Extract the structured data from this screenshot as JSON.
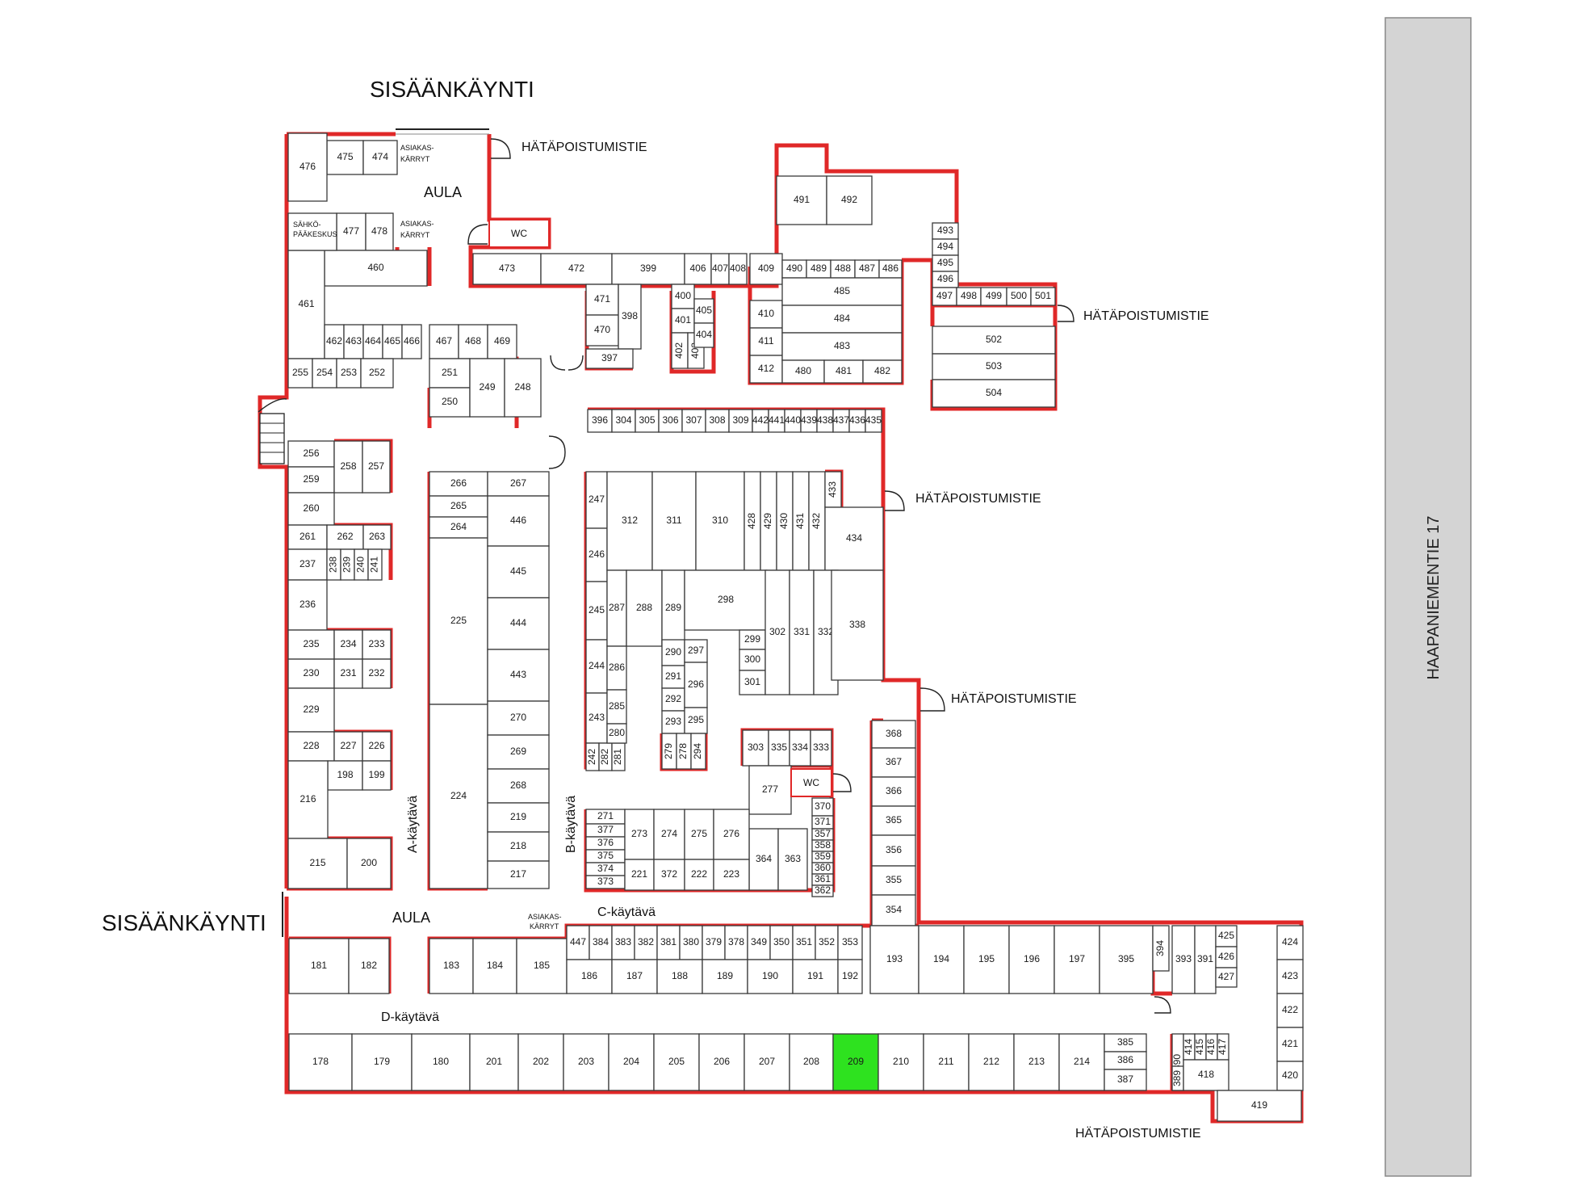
{
  "labels": {
    "entrance_top": "SISÄÄNKÄYNTI",
    "entrance_left": "SISÄÄNKÄYNTI",
    "lobby_top": "AULA",
    "lobby_bottom": "AULA",
    "emergency_exit": "HÄTÄPOISTUMISTIE",
    "corridor_a": "A-käytävä",
    "corridor_b": "B-käytävä",
    "corridor_c": "C-käytävä",
    "corridor_d": "D-käytävä",
    "cart_line1": "ASIAKAS-",
    "cart_line2": "KÄRRYT",
    "electric_line1": "SÄHKÖ-",
    "electric_line2": "PÄÄKESKUS",
    "wc": "WC",
    "street": "HAAPANIEMENTIE 17"
  },
  "colors": {
    "wall": "#e02828",
    "highlight": "#2ee21f",
    "road": "#d4d4d4"
  },
  "highlighted_unit": "209",
  "rooms": [
    [
      "475",
      405,
      174,
      45,
      42
    ],
    [
      "474",
      450,
      174,
      42,
      42
    ],
    [
      "476",
      357,
      165,
      48,
      84
    ],
    [
      "477",
      417,
      264,
      36,
      46
    ],
    [
      "478",
      453,
      264,
      34,
      46
    ],
    [
      "460",
      402,
      310,
      127,
      44
    ],
    [
      "461",
      357,
      310,
      45,
      134
    ],
    [
      "462",
      402,
      402,
      24,
      42
    ],
    [
      "463",
      426,
      402,
      24,
      42
    ],
    [
      "464",
      450,
      402,
      24,
      42
    ],
    [
      "465",
      474,
      402,
      24,
      42
    ],
    [
      "466",
      498,
      402,
      24,
      42
    ],
    [
      "467",
      532,
      402,
      36,
      42
    ],
    [
      "468",
      568,
      402,
      36,
      42
    ],
    [
      "469",
      604,
      402,
      36,
      42
    ],
    [
      "255",
      357,
      444,
      30,
      36
    ],
    [
      "254",
      387,
      444,
      30,
      36
    ],
    [
      "253",
      417,
      444,
      30,
      36
    ],
    [
      "252",
      447,
      444,
      40,
      36
    ],
    [
      "251",
      532,
      444,
      50,
      36
    ],
    [
      "250",
      532,
      480,
      50,
      36
    ],
    [
      "249",
      582,
      444,
      43,
      72
    ],
    [
      "248",
      625,
      444,
      45,
      72
    ],
    [
      "473",
      586,
      314,
      84,
      38
    ],
    [
      "472",
      670,
      314,
      88,
      38
    ],
    [
      "399",
      758,
      314,
      90,
      38
    ],
    [
      "406",
      848,
      314,
      33,
      38
    ],
    [
      "407",
      881,
      314,
      22,
      38
    ],
    [
      "408",
      903,
      314,
      22,
      38
    ],
    [
      "409",
      929,
      314,
      40,
      38
    ],
    [
      "471",
      726,
      352,
      40,
      38
    ],
    [
      "470",
      726,
      390,
      40,
      38
    ],
    [
      "398",
      766,
      352,
      28,
      80
    ],
    [
      "397",
      726,
      432,
      58,
      24
    ],
    [
      "400",
      832,
      352,
      28,
      30
    ],
    [
      "401",
      832,
      382,
      28,
      30
    ],
    [
      "402",
      832,
      412,
      20,
      44
    ],
    [
      "403",
      852,
      412,
      20,
      44
    ],
    [
      "405",
      860,
      370,
      24,
      30
    ],
    [
      "404",
      860,
      400,
      24,
      30
    ],
    [
      "410",
      929,
      372,
      40,
      34
    ],
    [
      "411",
      929,
      406,
      40,
      34
    ],
    [
      "412",
      929,
      440,
      40,
      34
    ],
    [
      "490",
      969,
      322,
      30,
      22
    ],
    [
      "489",
      999,
      322,
      30,
      22
    ],
    [
      "488",
      1029,
      322,
      30,
      22
    ],
    [
      "487",
      1059,
      322,
      30,
      22
    ],
    [
      "486",
      1089,
      322,
      28,
      22
    ],
    [
      "485",
      969,
      344,
      148,
      34
    ],
    [
      "484",
      969,
      378,
      148,
      34
    ],
    [
      "483",
      969,
      412,
      148,
      34
    ],
    [
      "480",
      969,
      446,
      52,
      28
    ],
    [
      "481",
      1021,
      446,
      48,
      28
    ],
    [
      "482",
      1069,
      446,
      48,
      28
    ],
    [
      "491",
      962,
      218,
      62,
      60
    ],
    [
      "492",
      1024,
      218,
      56,
      60
    ],
    [
      "493",
      1155,
      276,
      32,
      20
    ],
    [
      "494",
      1155,
      296,
      32,
      20
    ],
    [
      "495",
      1155,
      316,
      32,
      20
    ],
    [
      "496",
      1155,
      336,
      32,
      20
    ],
    [
      "497",
      1155,
      356,
      30,
      22
    ],
    [
      "498",
      1185,
      356,
      30,
      22
    ],
    [
      "499",
      1215,
      356,
      32,
      22
    ],
    [
      "500",
      1247,
      356,
      30,
      22
    ],
    [
      "501",
      1277,
      356,
      30,
      22
    ],
    [
      "502",
      1155,
      404,
      152,
      34
    ],
    [
      "503",
      1155,
      438,
      152,
      32
    ],
    [
      "504",
      1155,
      470,
      152,
      34
    ],
    [
      "396",
      728,
      507,
      30,
      28
    ],
    [
      "304",
      758,
      507,
      29,
      28
    ],
    [
      "305",
      787,
      507,
      29,
      28
    ],
    [
      "306",
      816,
      507,
      29,
      28
    ],
    [
      "307",
      845,
      507,
      29,
      28
    ],
    [
      "308",
      874,
      507,
      29,
      28
    ],
    [
      "309",
      903,
      507,
      29,
      28
    ],
    [
      "442",
      932,
      507,
      20,
      28
    ],
    [
      "441",
      952,
      507,
      20,
      28
    ],
    [
      "440",
      972,
      507,
      20,
      28
    ],
    [
      "439",
      992,
      507,
      20,
      28
    ],
    [
      "438",
      1012,
      507,
      20,
      28
    ],
    [
      "437",
      1032,
      507,
      20,
      28
    ],
    [
      "436",
      1052,
      507,
      20,
      28
    ],
    [
      "435",
      1072,
      507,
      20,
      28
    ],
    [
      "256",
      357,
      546,
      57,
      32
    ],
    [
      "259",
      357,
      578,
      57,
      32
    ],
    [
      "258",
      414,
      546,
      35,
      64
    ],
    [
      "257",
      449,
      546,
      34,
      64
    ],
    [
      "260",
      357,
      610,
      57,
      40
    ],
    [
      "261",
      357,
      650,
      48,
      30
    ],
    [
      "262",
      405,
      650,
      45,
      30
    ],
    [
      "263",
      450,
      650,
      34,
      30
    ],
    [
      "237",
      357,
      680,
      48,
      38
    ],
    [
      "238",
      405,
      680,
      17,
      38
    ],
    [
      "239",
      422,
      680,
      17,
      38
    ],
    [
      "240",
      439,
      680,
      17,
      38
    ],
    [
      "241",
      456,
      680,
      17,
      38
    ],
    [
      "236",
      357,
      718,
      48,
      62
    ],
    [
      "235",
      357,
      780,
      57,
      36
    ],
    [
      "234",
      414,
      780,
      35,
      36
    ],
    [
      "233",
      449,
      780,
      35,
      36
    ],
    [
      "230",
      357,
      816,
      57,
      36
    ],
    [
      "231",
      414,
      816,
      35,
      36
    ],
    [
      "232",
      449,
      816,
      35,
      36
    ],
    [
      "229",
      357,
      852,
      57,
      54
    ],
    [
      "228",
      357,
      906,
      57,
      36
    ],
    [
      "227",
      414,
      906,
      35,
      36
    ],
    [
      "226",
      449,
      906,
      35,
      36
    ],
    [
      "198",
      406,
      942,
      43,
      36
    ],
    [
      "199",
      449,
      942,
      35,
      36
    ],
    [
      "216",
      357,
      942,
      49,
      96
    ],
    [
      "215",
      357,
      1038,
      73,
      62
    ],
    [
      "200",
      430,
      1038,
      54,
      62
    ],
    [
      "266",
      532,
      584,
      72,
      30
    ],
    [
      "265",
      532,
      614,
      72,
      26
    ],
    [
      "264",
      532,
      640,
      72,
      26
    ],
    [
      "225",
      532,
      666,
      72,
      206
    ],
    [
      "224",
      532,
      872,
      72,
      228
    ],
    [
      "267",
      604,
      584,
      76,
      30
    ],
    [
      "446",
      604,
      614,
      76,
      62
    ],
    [
      "445",
      604,
      676,
      76,
      64
    ],
    [
      "444",
      604,
      740,
      76,
      64
    ],
    [
      "443",
      604,
      804,
      76,
      64
    ],
    [
      "270",
      604,
      868,
      76,
      42
    ],
    [
      "269",
      604,
      910,
      76,
      42
    ],
    [
      "268",
      604,
      952,
      76,
      42
    ],
    [
      "219",
      604,
      994,
      76,
      36
    ],
    [
      "218",
      604,
      1030,
      76,
      36
    ],
    [
      "217",
      604,
      1066,
      76,
      34
    ],
    [
      "247",
      726,
      584,
      26,
      70
    ],
    [
      "246",
      726,
      654,
      26,
      66
    ],
    [
      "245",
      726,
      720,
      26,
      72
    ],
    [
      "244",
      726,
      792,
      26,
      66
    ],
    [
      "243",
      726,
      858,
      26,
      62
    ],
    [
      "242",
      726,
      920,
      16,
      34
    ],
    [
      "282",
      742,
      920,
      16,
      34
    ],
    [
      "281",
      758,
      920,
      16,
      34
    ],
    [
      "312",
      752,
      584,
      56,
      122
    ],
    [
      "311",
      808,
      584,
      54,
      122
    ],
    [
      "310",
      862,
      584,
      60,
      122
    ],
    [
      "428",
      922,
      584,
      20,
      122
    ],
    [
      "429",
      942,
      584,
      20,
      122
    ],
    [
      "430",
      962,
      584,
      20,
      122
    ],
    [
      "431",
      982,
      584,
      20,
      122
    ],
    [
      "432",
      1002,
      584,
      20,
      122
    ],
    [
      "433",
      1022,
      584,
      20,
      44
    ],
    [
      "434",
      1022,
      628,
      72,
      78
    ],
    [
      "287",
      752,
      706,
      24,
      94
    ],
    [
      "288",
      776,
      706,
      44,
      94
    ],
    [
      "289",
      820,
      706,
      28,
      94
    ],
    [
      "298",
      848,
      706,
      102,
      74
    ],
    [
      "286",
      752,
      800,
      24,
      54
    ],
    [
      "285",
      752,
      854,
      24,
      42
    ],
    [
      "280",
      752,
      896,
      24,
      24
    ],
    [
      "290",
      820,
      792,
      28,
      32
    ],
    [
      "291",
      820,
      824,
      28,
      28
    ],
    [
      "292",
      820,
      852,
      28,
      28
    ],
    [
      "293",
      820,
      880,
      28,
      28
    ],
    [
      "297",
      848,
      792,
      28,
      28
    ],
    [
      "296",
      848,
      820,
      28,
      56
    ],
    [
      "295",
      848,
      876,
      28,
      32
    ],
    [
      "279",
      820,
      908,
      18,
      44
    ],
    [
      "278",
      838,
      908,
      18,
      44
    ],
    [
      "294",
      856,
      908,
      18,
      44
    ],
    [
      "299",
      916,
      780,
      32,
      24
    ],
    [
      "300",
      916,
      804,
      32,
      26
    ],
    [
      "301",
      916,
      830,
      32,
      30
    ],
    [
      "302",
      948,
      706,
      30,
      154
    ],
    [
      "331",
      978,
      706,
      30,
      154
    ],
    [
      "332",
      1008,
      706,
      30,
      154
    ],
    [
      "338",
      1030,
      706,
      64,
      136
    ],
    [
      "303",
      920,
      904,
      32,
      44
    ],
    [
      "335",
      952,
      904,
      26,
      44
    ],
    [
      "334",
      978,
      904,
      26,
      44
    ],
    [
      "333",
      1004,
      904,
      26,
      44
    ],
    [
      "277",
      928,
      948,
      52,
      60
    ],
    [
      "370",
      1006,
      988,
      26,
      22
    ],
    [
      "371",
      1006,
      1010,
      26,
      16
    ],
    [
      "357",
      1006,
      1026,
      26,
      14
    ],
    [
      "358",
      1006,
      1040,
      26,
      14
    ],
    [
      "359",
      1006,
      1054,
      26,
      14
    ],
    [
      "360",
      1006,
      1068,
      26,
      14
    ],
    [
      "361",
      1006,
      1082,
      26,
      14
    ],
    [
      "362",
      1006,
      1096,
      26,
      14
    ],
    [
      "364",
      928,
      1026,
      36,
      76
    ],
    [
      "363",
      964,
      1026,
      36,
      76
    ],
    [
      "271",
      726,
      1002,
      48,
      18
    ],
    [
      "377",
      726,
      1020,
      48,
      16
    ],
    [
      "376",
      726,
      1036,
      48,
      16
    ],
    [
      "375",
      726,
      1052,
      48,
      16
    ],
    [
      "374",
      726,
      1068,
      48,
      16
    ],
    [
      "373",
      726,
      1084,
      48,
      16
    ],
    [
      "273",
      774,
      1002,
      36,
      62
    ],
    [
      "274",
      810,
      1002,
      38,
      62
    ],
    [
      "275",
      848,
      1002,
      36,
      62
    ],
    [
      "276",
      884,
      1002,
      44,
      62
    ],
    [
      "221",
      774,
      1064,
      36,
      38
    ],
    [
      "372",
      810,
      1064,
      38,
      38
    ],
    [
      "222",
      848,
      1064,
      36,
      38
    ],
    [
      "223",
      884,
      1064,
      44,
      38
    ],
    [
      "368",
      1080,
      892,
      54,
      34
    ],
    [
      "367",
      1080,
      926,
      54,
      36
    ],
    [
      "366",
      1080,
      962,
      54,
      36
    ],
    [
      "365",
      1080,
      998,
      54,
      36
    ],
    [
      "356",
      1080,
      1034,
      54,
      38
    ],
    [
      "355",
      1080,
      1072,
      54,
      36
    ],
    [
      "354",
      1080,
      1108,
      54,
      38
    ],
    [
      "181",
      358,
      1162,
      74,
      68
    ],
    [
      "182",
      432,
      1162,
      50,
      68
    ],
    [
      "183",
      532,
      1162,
      54,
      68
    ],
    [
      "184",
      586,
      1162,
      54,
      68
    ],
    [
      "185",
      640,
      1162,
      62,
      68
    ],
    [
      "447",
      702,
      1146,
      28,
      42
    ],
    [
      "384",
      730,
      1146,
      28,
      42
    ],
    [
      "383",
      758,
      1146,
      28,
      42
    ],
    [
      "382",
      786,
      1146,
      28,
      42
    ],
    [
      "381",
      814,
      1146,
      28,
      42
    ],
    [
      "380",
      842,
      1146,
      28,
      42
    ],
    [
      "379",
      870,
      1146,
      28,
      42
    ],
    [
      "378",
      898,
      1146,
      28,
      42
    ],
    [
      "349",
      926,
      1146,
      28,
      42
    ],
    [
      "350",
      954,
      1146,
      28,
      42
    ],
    [
      "351",
      982,
      1146,
      28,
      42
    ],
    [
      "352",
      1010,
      1146,
      28,
      42
    ],
    [
      "353",
      1038,
      1146,
      30,
      42
    ],
    [
      "186",
      702,
      1188,
      56,
      42
    ],
    [
      "187",
      758,
      1188,
      56,
      42
    ],
    [
      "188",
      814,
      1188,
      56,
      42
    ],
    [
      "189",
      870,
      1188,
      56,
      42
    ],
    [
      "190",
      926,
      1188,
      56,
      42
    ],
    [
      "191",
      982,
      1188,
      56,
      42
    ],
    [
      "192",
      1038,
      1188,
      30,
      42
    ],
    [
      "193",
      1078,
      1146,
      60,
      84
    ],
    [
      "194",
      1138,
      1146,
      56,
      84
    ],
    [
      "195",
      1194,
      1146,
      56,
      84
    ],
    [
      "196",
      1250,
      1146,
      56,
      84
    ],
    [
      "197",
      1306,
      1146,
      56,
      84
    ],
    [
      "395",
      1362,
      1146,
      66,
      84
    ],
    [
      "394",
      1428,
      1146,
      20,
      56
    ],
    [
      "393",
      1452,
      1146,
      28,
      84
    ],
    [
      "391",
      1480,
      1146,
      26,
      84
    ],
    [
      "425",
      1506,
      1146,
      26,
      26
    ],
    [
      "426",
      1506,
      1172,
      26,
      26
    ],
    [
      "427",
      1506,
      1198,
      26,
      24
    ],
    [
      "424",
      1582,
      1146,
      32,
      42
    ],
    [
      "423",
      1582,
      1188,
      32,
      42
    ],
    [
      "422",
      1582,
      1230,
      32,
      42
    ],
    [
      "421",
      1582,
      1272,
      32,
      42
    ],
    [
      "420",
      1582,
      1314,
      32,
      36
    ],
    [
      "178",
      358,
      1280,
      78,
      70
    ],
    [
      "179",
      436,
      1280,
      74,
      70
    ],
    [
      "180",
      510,
      1280,
      72,
      70
    ],
    [
      "201",
      582,
      1280,
      60,
      70
    ],
    [
      "202",
      642,
      1280,
      56,
      70
    ],
    [
      "203",
      698,
      1280,
      56,
      70
    ],
    [
      "204",
      754,
      1280,
      56,
      70
    ],
    [
      "205",
      810,
      1280,
      56,
      70
    ],
    [
      "206",
      866,
      1280,
      56,
      70
    ],
    [
      "207",
      922,
      1280,
      56,
      70
    ],
    [
      "208",
      978,
      1280,
      54,
      70
    ],
    [
      "209",
      1032,
      1280,
      56,
      70
    ],
    [
      "210",
      1088,
      1280,
      56,
      70
    ],
    [
      "211",
      1144,
      1280,
      56,
      70
    ],
    [
      "212",
      1200,
      1280,
      56,
      70
    ],
    [
      "213",
      1256,
      1280,
      56,
      70
    ],
    [
      "214",
      1312,
      1280,
      56,
      70
    ],
    [
      "385",
      1368,
      1280,
      52,
      22
    ],
    [
      "386",
      1368,
      1302,
      52,
      22
    ],
    [
      "387",
      1368,
      1324,
      52,
      26
    ],
    [
      "390",
      1452,
      1280,
      14,
      70
    ],
    [
      "389",
      1452,
      1320,
      14,
      30
    ],
    [
      "414",
      1466,
      1280,
      14,
      32
    ],
    [
      "415",
      1480,
      1280,
      14,
      32
    ],
    [
      "416",
      1494,
      1280,
      14,
      32
    ],
    [
      "417",
      1508,
      1280,
      14,
      32
    ],
    [
      "418",
      1466,
      1312,
      56,
      38
    ],
    [
      "419",
      1508,
      1350,
      104,
      38
    ]
  ]
}
